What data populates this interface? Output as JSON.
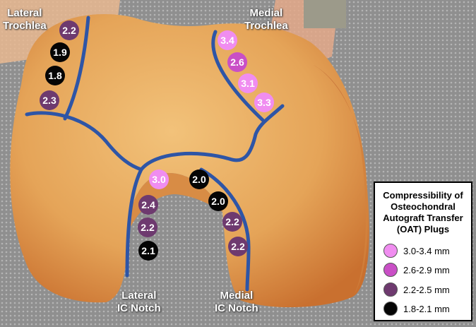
{
  "regions": {
    "lateral_trochlea": [
      "Lateral",
      "Trochlea"
    ],
    "medial_trochlea": [
      "Medial",
      "Trochlea"
    ],
    "lateral_ic_notch": [
      "Lateral",
      "IC Notch"
    ],
    "medial_ic_notch": [
      "Medial",
      "IC Notch"
    ]
  },
  "plugs": {
    "lateral_trochlea": [
      "2.2",
      "1.9",
      "1.8",
      "2.3"
    ],
    "medial_trochlea": [
      "3.4",
      "2.6",
      "3.1",
      "3.3"
    ],
    "lateral_ic_notch": [
      "3.0",
      "2.4",
      "2.2",
      "2.1"
    ],
    "medial_ic_notch": [
      "2.0",
      "2.0",
      "2.2",
      "2.2"
    ]
  },
  "legend": {
    "title": [
      "Compressibility of",
      "Osteochondral",
      "Autograft Transfer",
      "(OAT) Plugs"
    ],
    "items": [
      {
        "label": "3.0-3.4 mm",
        "color": "#f08df0"
      },
      {
        "label": "2.6-2.9 mm",
        "color": "#c94fc6"
      },
      {
        "label": "2.2-2.5 mm",
        "color": "#6e3a6f"
      },
      {
        "label": "1.8-2.1 mm",
        "color": "#050505"
      }
    ]
  },
  "colors": {
    "boundary_line": "#2e55a6",
    "cartilage": "#e8ad62"
  }
}
